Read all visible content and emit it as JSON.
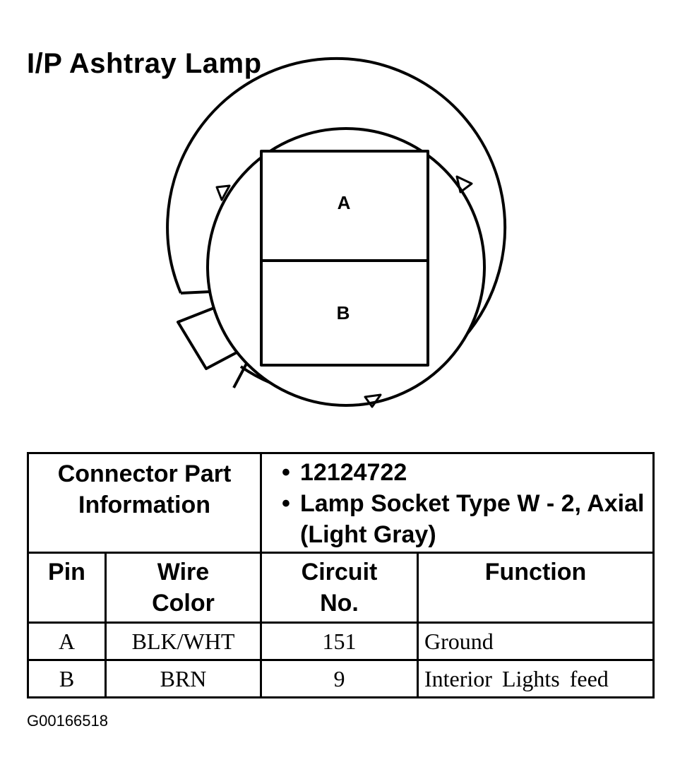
{
  "title": "I/P Ashtray Lamp",
  "connector": {
    "pins": [
      "A",
      "B"
    ]
  },
  "table": {
    "info_label": "Connector Part Information",
    "info_items": [
      "12124722",
      "Lamp Socket Type W - 2, Axial (Light Gray)"
    ],
    "headers": {
      "pin": "Pin",
      "wire_color": "Wire Color",
      "circuit_no": "Circuit No.",
      "function": "Function"
    },
    "rows": [
      {
        "pin": "A",
        "wire_color": "BLK/WHT",
        "circuit_no": "151",
        "function": "Ground"
      },
      {
        "pin": "B",
        "wire_color": "BRN",
        "circuit_no": "9",
        "function": "Interior Lights feed"
      }
    ]
  },
  "figure_id": "G00166518"
}
